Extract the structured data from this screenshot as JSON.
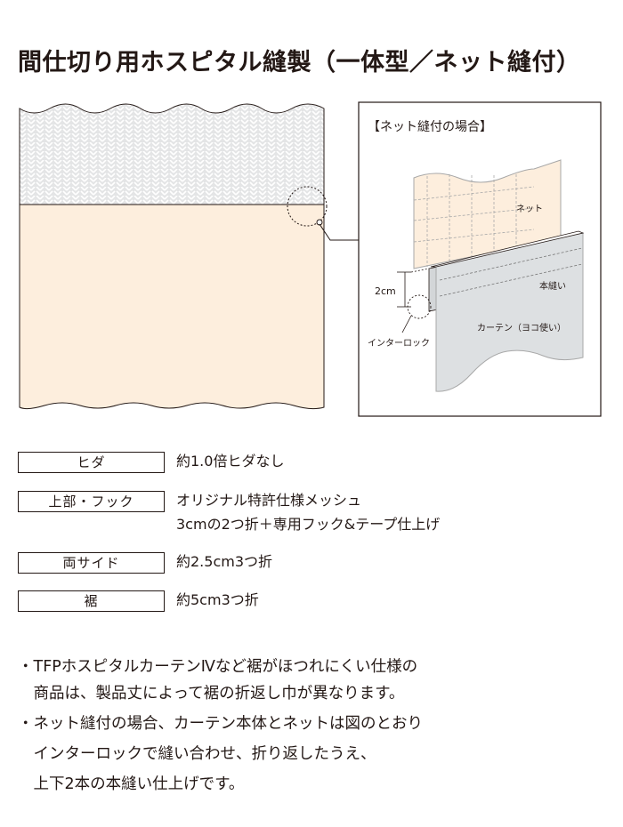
{
  "title": "間仕切り用ホスピタル縫製（一体型／ネット縫付）",
  "detail": {
    "heading": "【ネット縫付の場合】",
    "label_net": "ネット",
    "label_stitch": "本縫い",
    "label_curtain": "カーテン（ヨコ使い）",
    "label_dimension": "2cm",
    "label_interlock": "インターロック"
  },
  "specs": [
    {
      "label": "ヒダ",
      "value": [
        "約1.0倍ヒダなし"
      ]
    },
    {
      "label": "上部・フック",
      "value": [
        "オリジナル特許仕様メッシュ",
        "3cmの2つ折＋専用フック&テープ仕上げ"
      ]
    },
    {
      "label": "両サイド",
      "value": [
        "約2.5cm3つ折"
      ]
    },
    {
      "label": "裾",
      "value": [
        "約5cm3つ折"
      ]
    }
  ],
  "notes": [
    "・TFPホスピタルカーテンⅣなど裾がほつれにくい仕様の",
    "　商品は、製品丈によって裾の折返し巾が異なります。",
    "・ネット縫付の場合、カーテン本体とネットは図のとおり",
    "　インターロックで縫い合わせ、折り返したうえ、",
    "　上下2本の本縫い仕上げです。"
  ],
  "colors": {
    "fabric": "#fdeedd",
    "mesh_bg": "#e6e7e8",
    "mesh_line": "#ffffff",
    "curtain_grey": "#dde0e2",
    "line": "#231815",
    "dash": "#a8a8a8"
  }
}
